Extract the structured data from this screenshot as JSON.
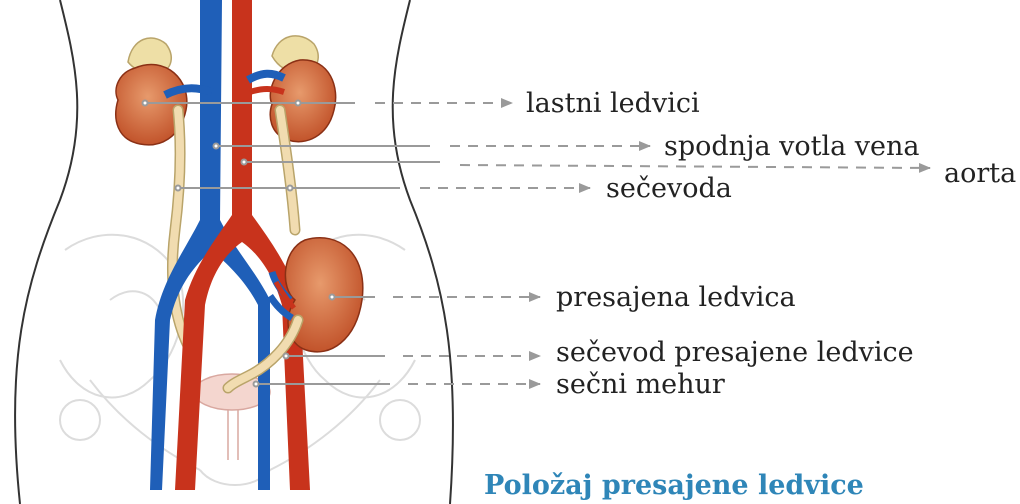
{
  "figure": {
    "caption": "Položaj presajene ledvice",
    "labels": {
      "own_kidneys": "lastni ledvici",
      "vena_cava": "spodnja votla vena",
      "aorta": "aorta",
      "ureter": "sečevoda",
      "transplant_kidney": "presajena ledvica",
      "transplant_ureter": "sečevod presajene ledvice",
      "bladder": "sečni mehur"
    }
  },
  "colors": {
    "caption": "#2f86b8",
    "artery": "#c8331c",
    "vein": "#1f5fb8",
    "kidney": "#d4693a",
    "ureter": "#f1dcb0",
    "adrenal": "#eedfa6",
    "leader": "#9a9a9a",
    "outline": "#333333",
    "bone": "#dcdcdc"
  }
}
